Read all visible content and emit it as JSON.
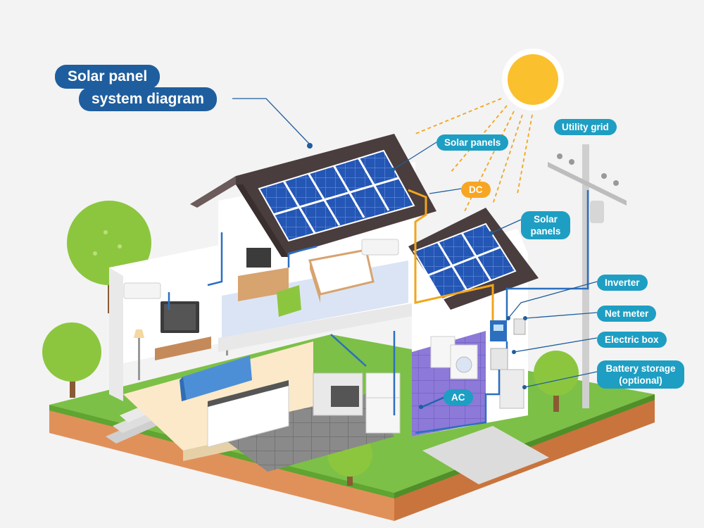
{
  "title": {
    "line1": "Solar panel",
    "line2": "system diagram"
  },
  "labels": {
    "solar_panels_top": "Solar panels",
    "dc": "DC",
    "solar_panels_side": "Solar panels",
    "utility_grid": "Utility grid",
    "inverter": "Inverter",
    "net_meter": "Net meter",
    "electric_box": "Electric box",
    "battery_storage": "Battery storage (optional)",
    "ac": "AC"
  },
  "colors": {
    "background": "#f3f3f3",
    "label_blue": "#1e9ec3",
    "title_navy": "#1f5e9e",
    "dc_orange": "#f7a623",
    "panel_blue": "#1f4fa8",
    "roof": "#4a3d3d",
    "grass": "#7cc047",
    "soil": "#e0915a",
    "wire_blue": "#2c6fbf",
    "wire_orange": "#f2a51a",
    "sun": "#fbc02d"
  }
}
